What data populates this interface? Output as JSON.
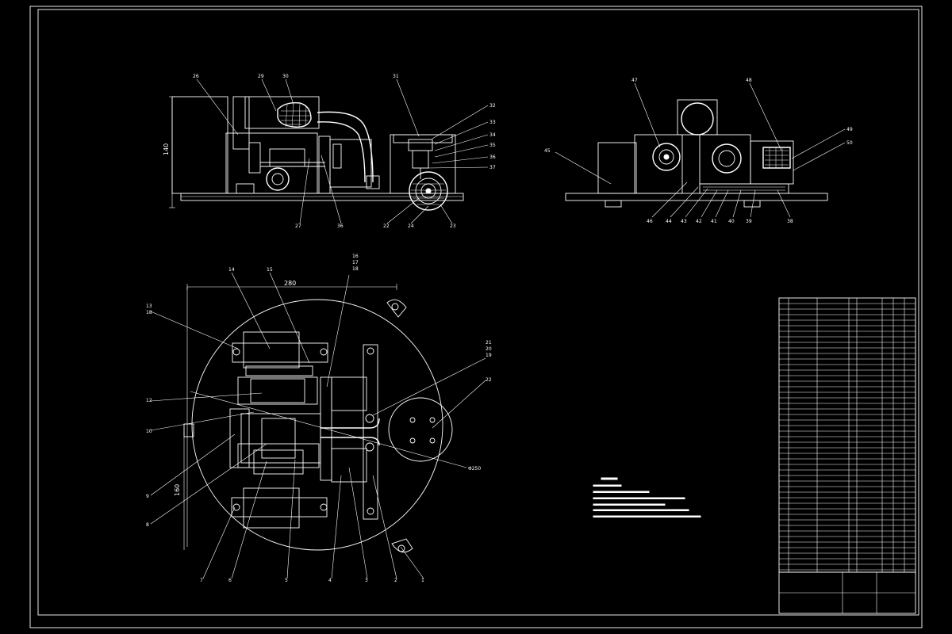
{
  "drawing": {
    "front_view": {
      "height_dim": "140",
      "callouts": [
        "26",
        "29",
        "30",
        "31",
        "32",
        "33",
        "34",
        "35",
        "36",
        "37",
        "27",
        "36",
        "22",
        "24",
        "23"
      ]
    },
    "side_view": {
      "callouts": [
        "47",
        "48",
        "49",
        "50",
        "46",
        "44",
        "43",
        "42",
        "41",
        "40",
        "39",
        "38",
        "45"
      ]
    },
    "top_view": {
      "width_dim": "280",
      "height_dim": "160",
      "diameter_dim": "Φ250",
      "callouts": [
        "14",
        "15",
        "16",
        "17",
        "18",
        "13",
        "18",
        "12",
        "10",
        "9",
        "8",
        "21",
        "20",
        "19",
        "22",
        "7",
        "6",
        "5",
        "4",
        "3",
        "2",
        "1"
      ]
    }
  }
}
